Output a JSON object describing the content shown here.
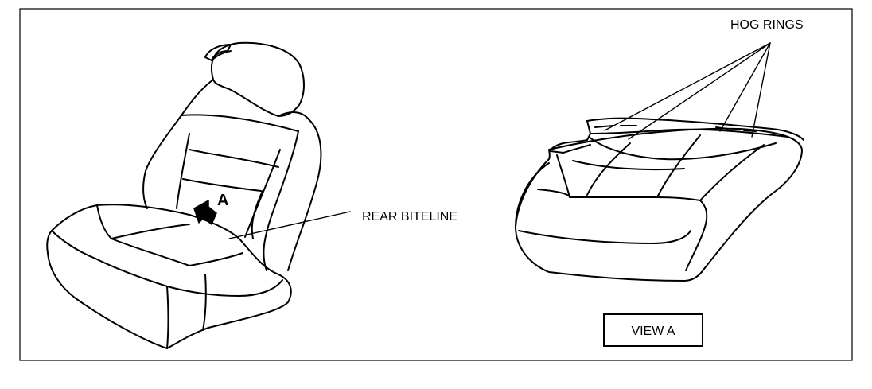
{
  "labels": {
    "hog_rings": "HOG RINGS",
    "rear_biteline": "REAR BITELINE",
    "view_marker": "A",
    "view_caption": "VIEW A"
  },
  "colors": {
    "ink": "#000000",
    "paper": "#ffffff"
  }
}
